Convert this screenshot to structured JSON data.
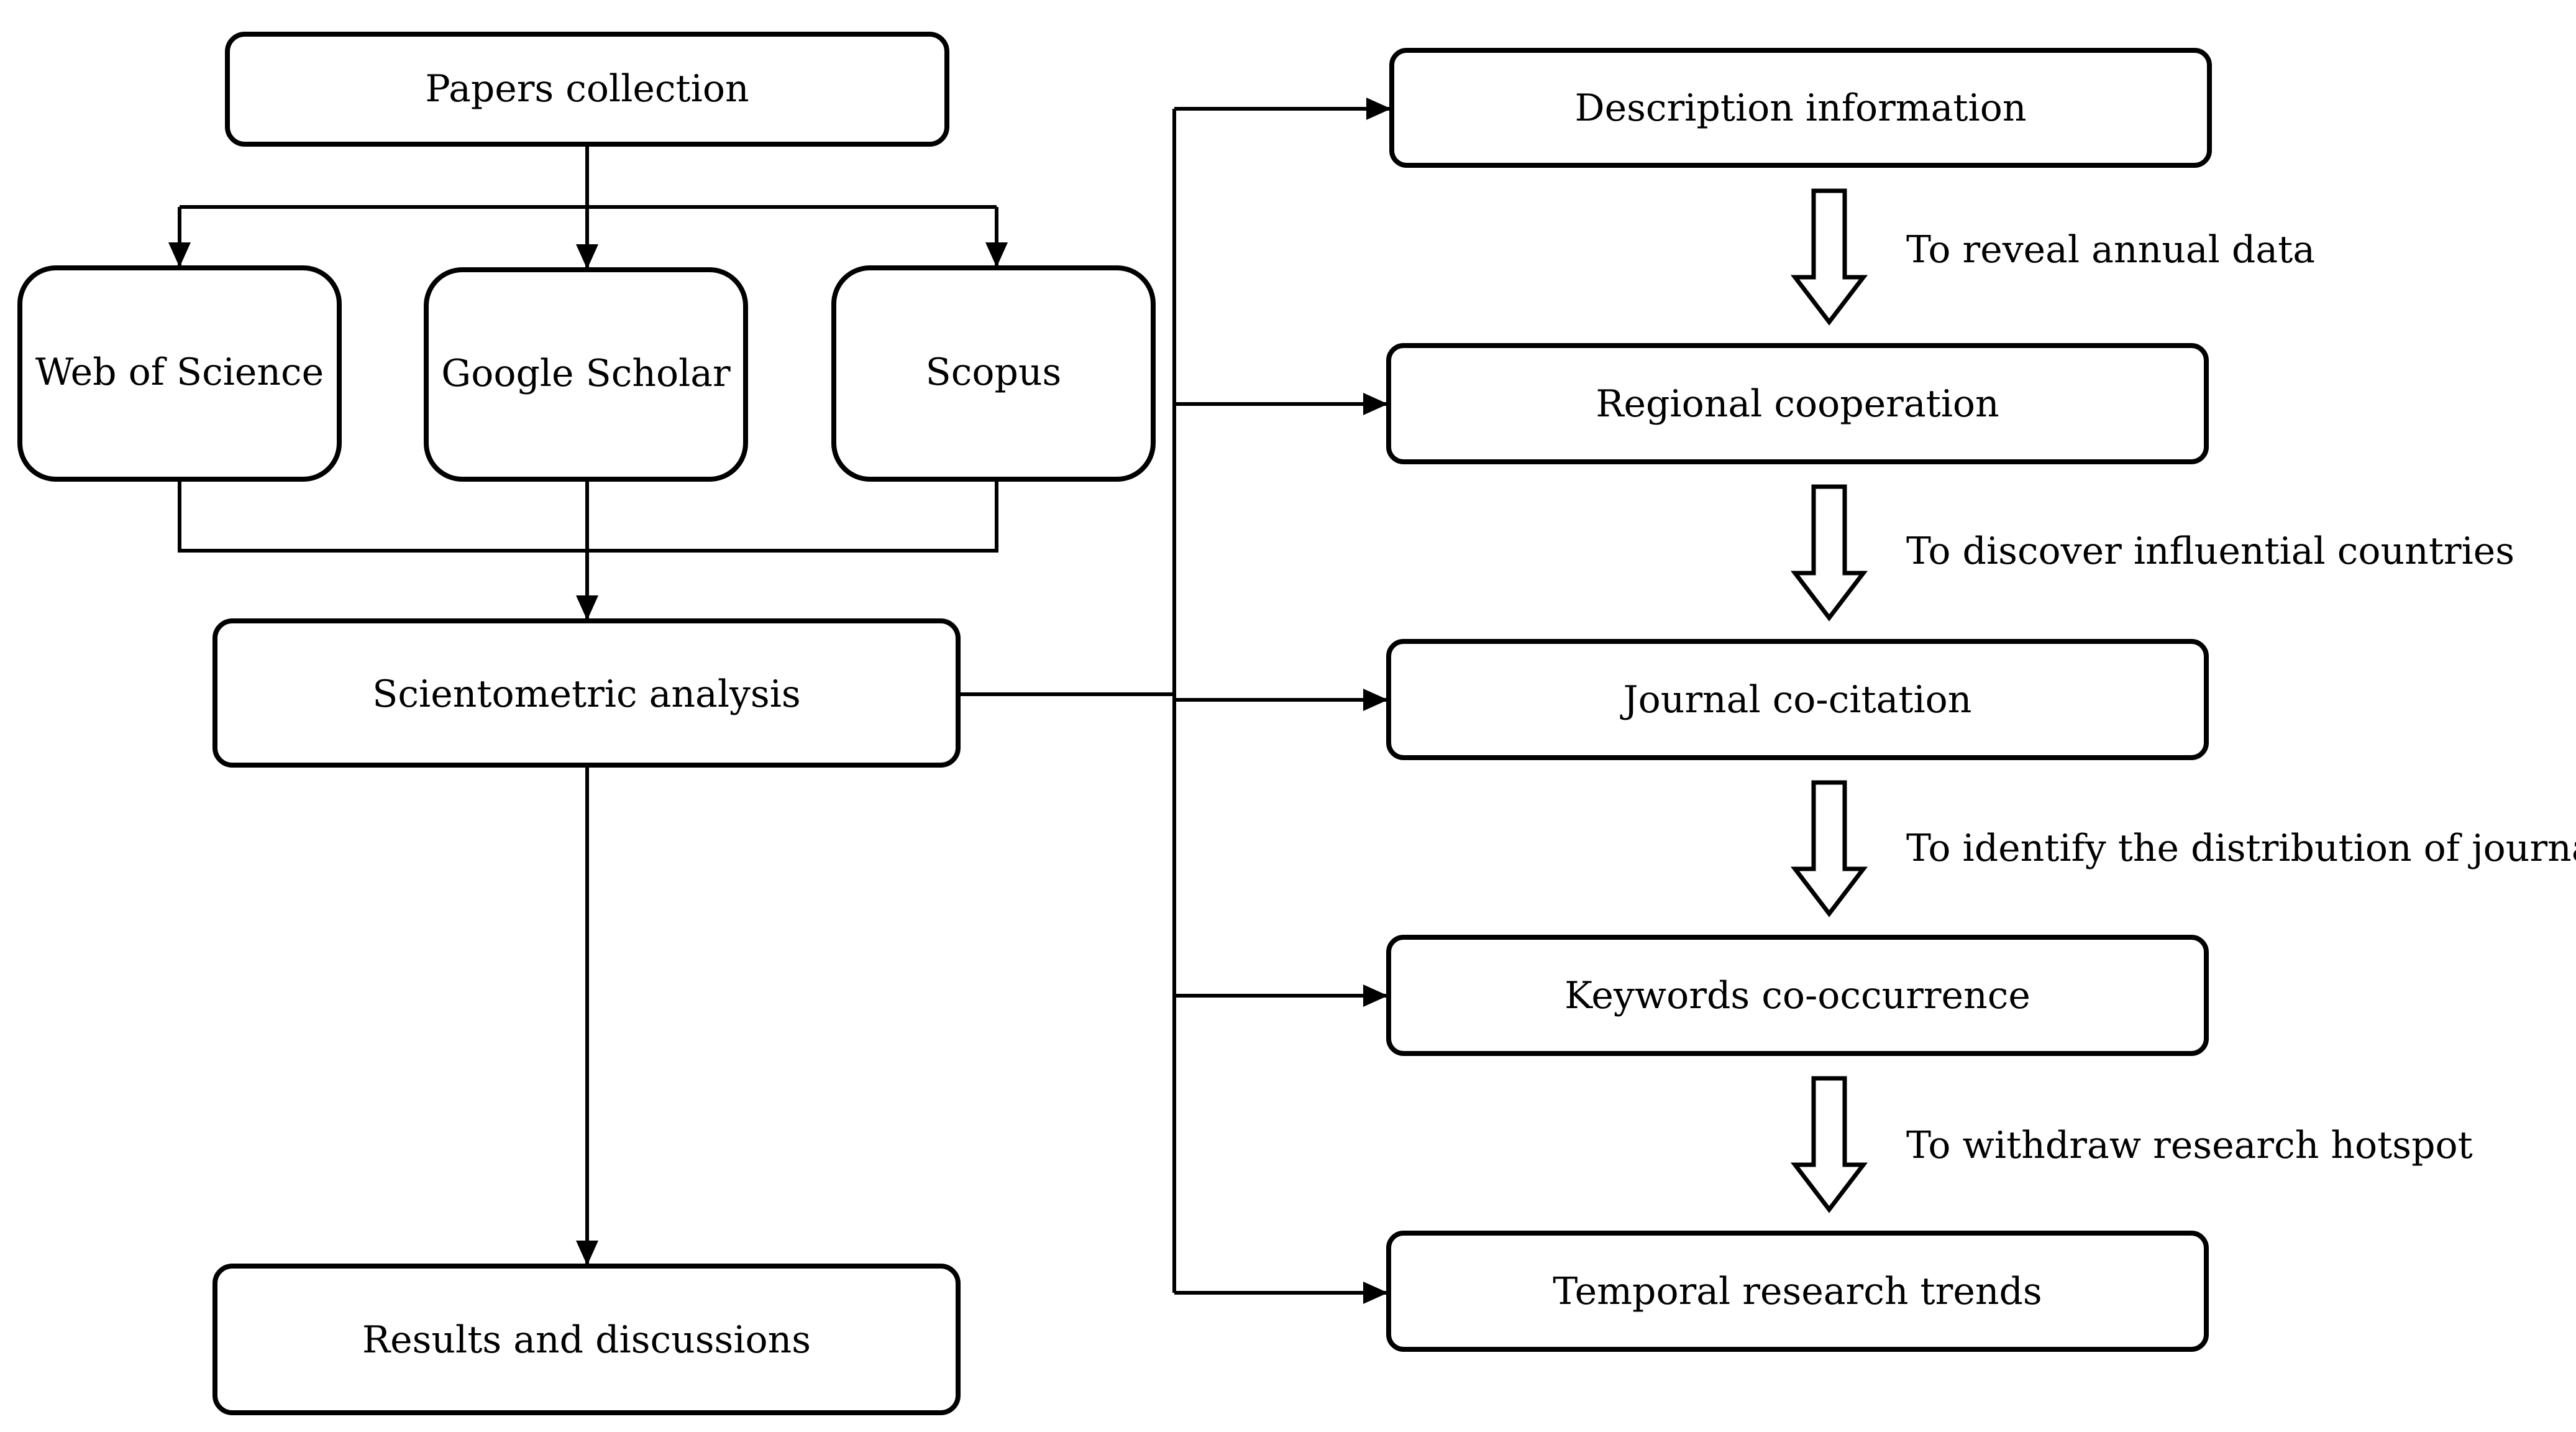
{
  "diagram": {
    "nodes": {
      "papers_collection": "Papers collection",
      "web_of_science": "Web of Science",
      "google_scholar": "Google Scholar",
      "scopus": "Scopus",
      "scientometric_analysis": "Scientometric analysis",
      "results_and_discussions": "Results and discussions",
      "description_information": "Description information",
      "regional_cooperation": "Regional cooperation",
      "journal_co_citation": "Journal co-citation",
      "keywords_co_occurrence": "Keywords co-occurrence",
      "temporal_research_trends": "Temporal research trends"
    },
    "annotations": {
      "reveal_annual_data": "To reveal annual data",
      "discover_influential_countries": "To discover influential countries",
      "identify_distribution_journals": "To identify the distribution of journals",
      "withdraw_research_hotspot": "To withdraw research hotspot"
    },
    "colors": {
      "stroke": "#000000",
      "fill": "#ffffff"
    }
  }
}
